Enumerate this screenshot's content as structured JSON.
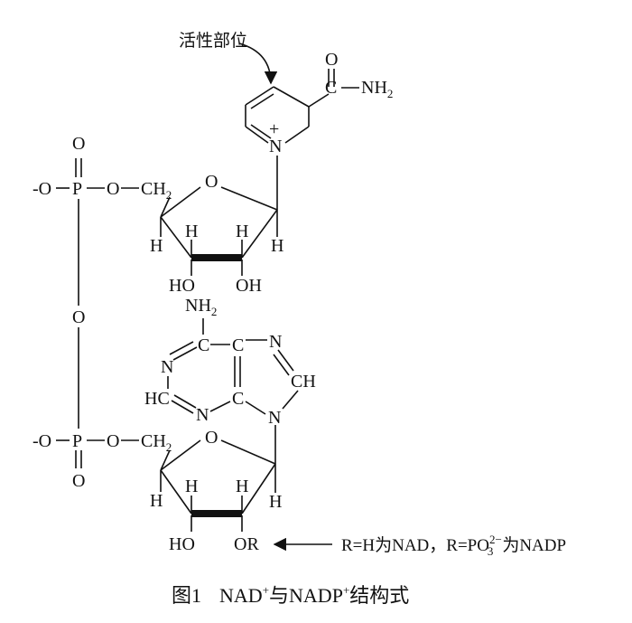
{
  "figure": {
    "active_site_label": "活性部位",
    "caption": {
      "fig_number": "图1",
      "text_a": "NAD",
      "sup_a": "+",
      "text_b": "与NADP",
      "sup_b": "+",
      "text_c": "结构式"
    },
    "note": {
      "part1": "R=H为NAD，R=",
      "po": "PO",
      "sub": "3",
      "sup": "2−",
      "part2": "为NADP"
    },
    "atoms": {
      "o": "O",
      "o_minus": "-O",
      "p": "P",
      "ch2": "CH",
      "two": "2",
      "h": "H",
      "ho": "HO",
      "oh": "OH",
      "or": "OR",
      "n": "N",
      "nh": "NH",
      "c": "C",
      "ch": "CH",
      "hc": "HC",
      "plus": "+"
    }
  }
}
